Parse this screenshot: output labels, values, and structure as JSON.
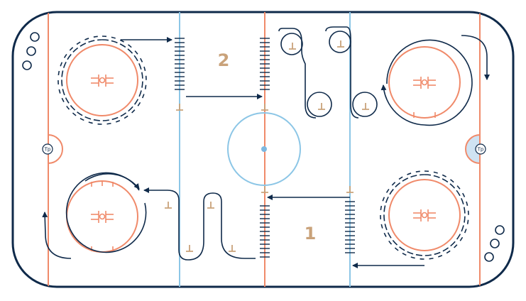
{
  "diagram": {
    "type": "hockey-drill",
    "zone_labels": [
      "2",
      "1"
    ],
    "tp_label": "Tp",
    "colors": {
      "boards": "#0f2a4a",
      "red_line": "#f08a6a",
      "blue_line": "#8cc6e6",
      "center_dot": "#7db8e0",
      "path": "#0f2a4a",
      "player": "#c9a27a",
      "label": "#c9a27a"
    }
  }
}
